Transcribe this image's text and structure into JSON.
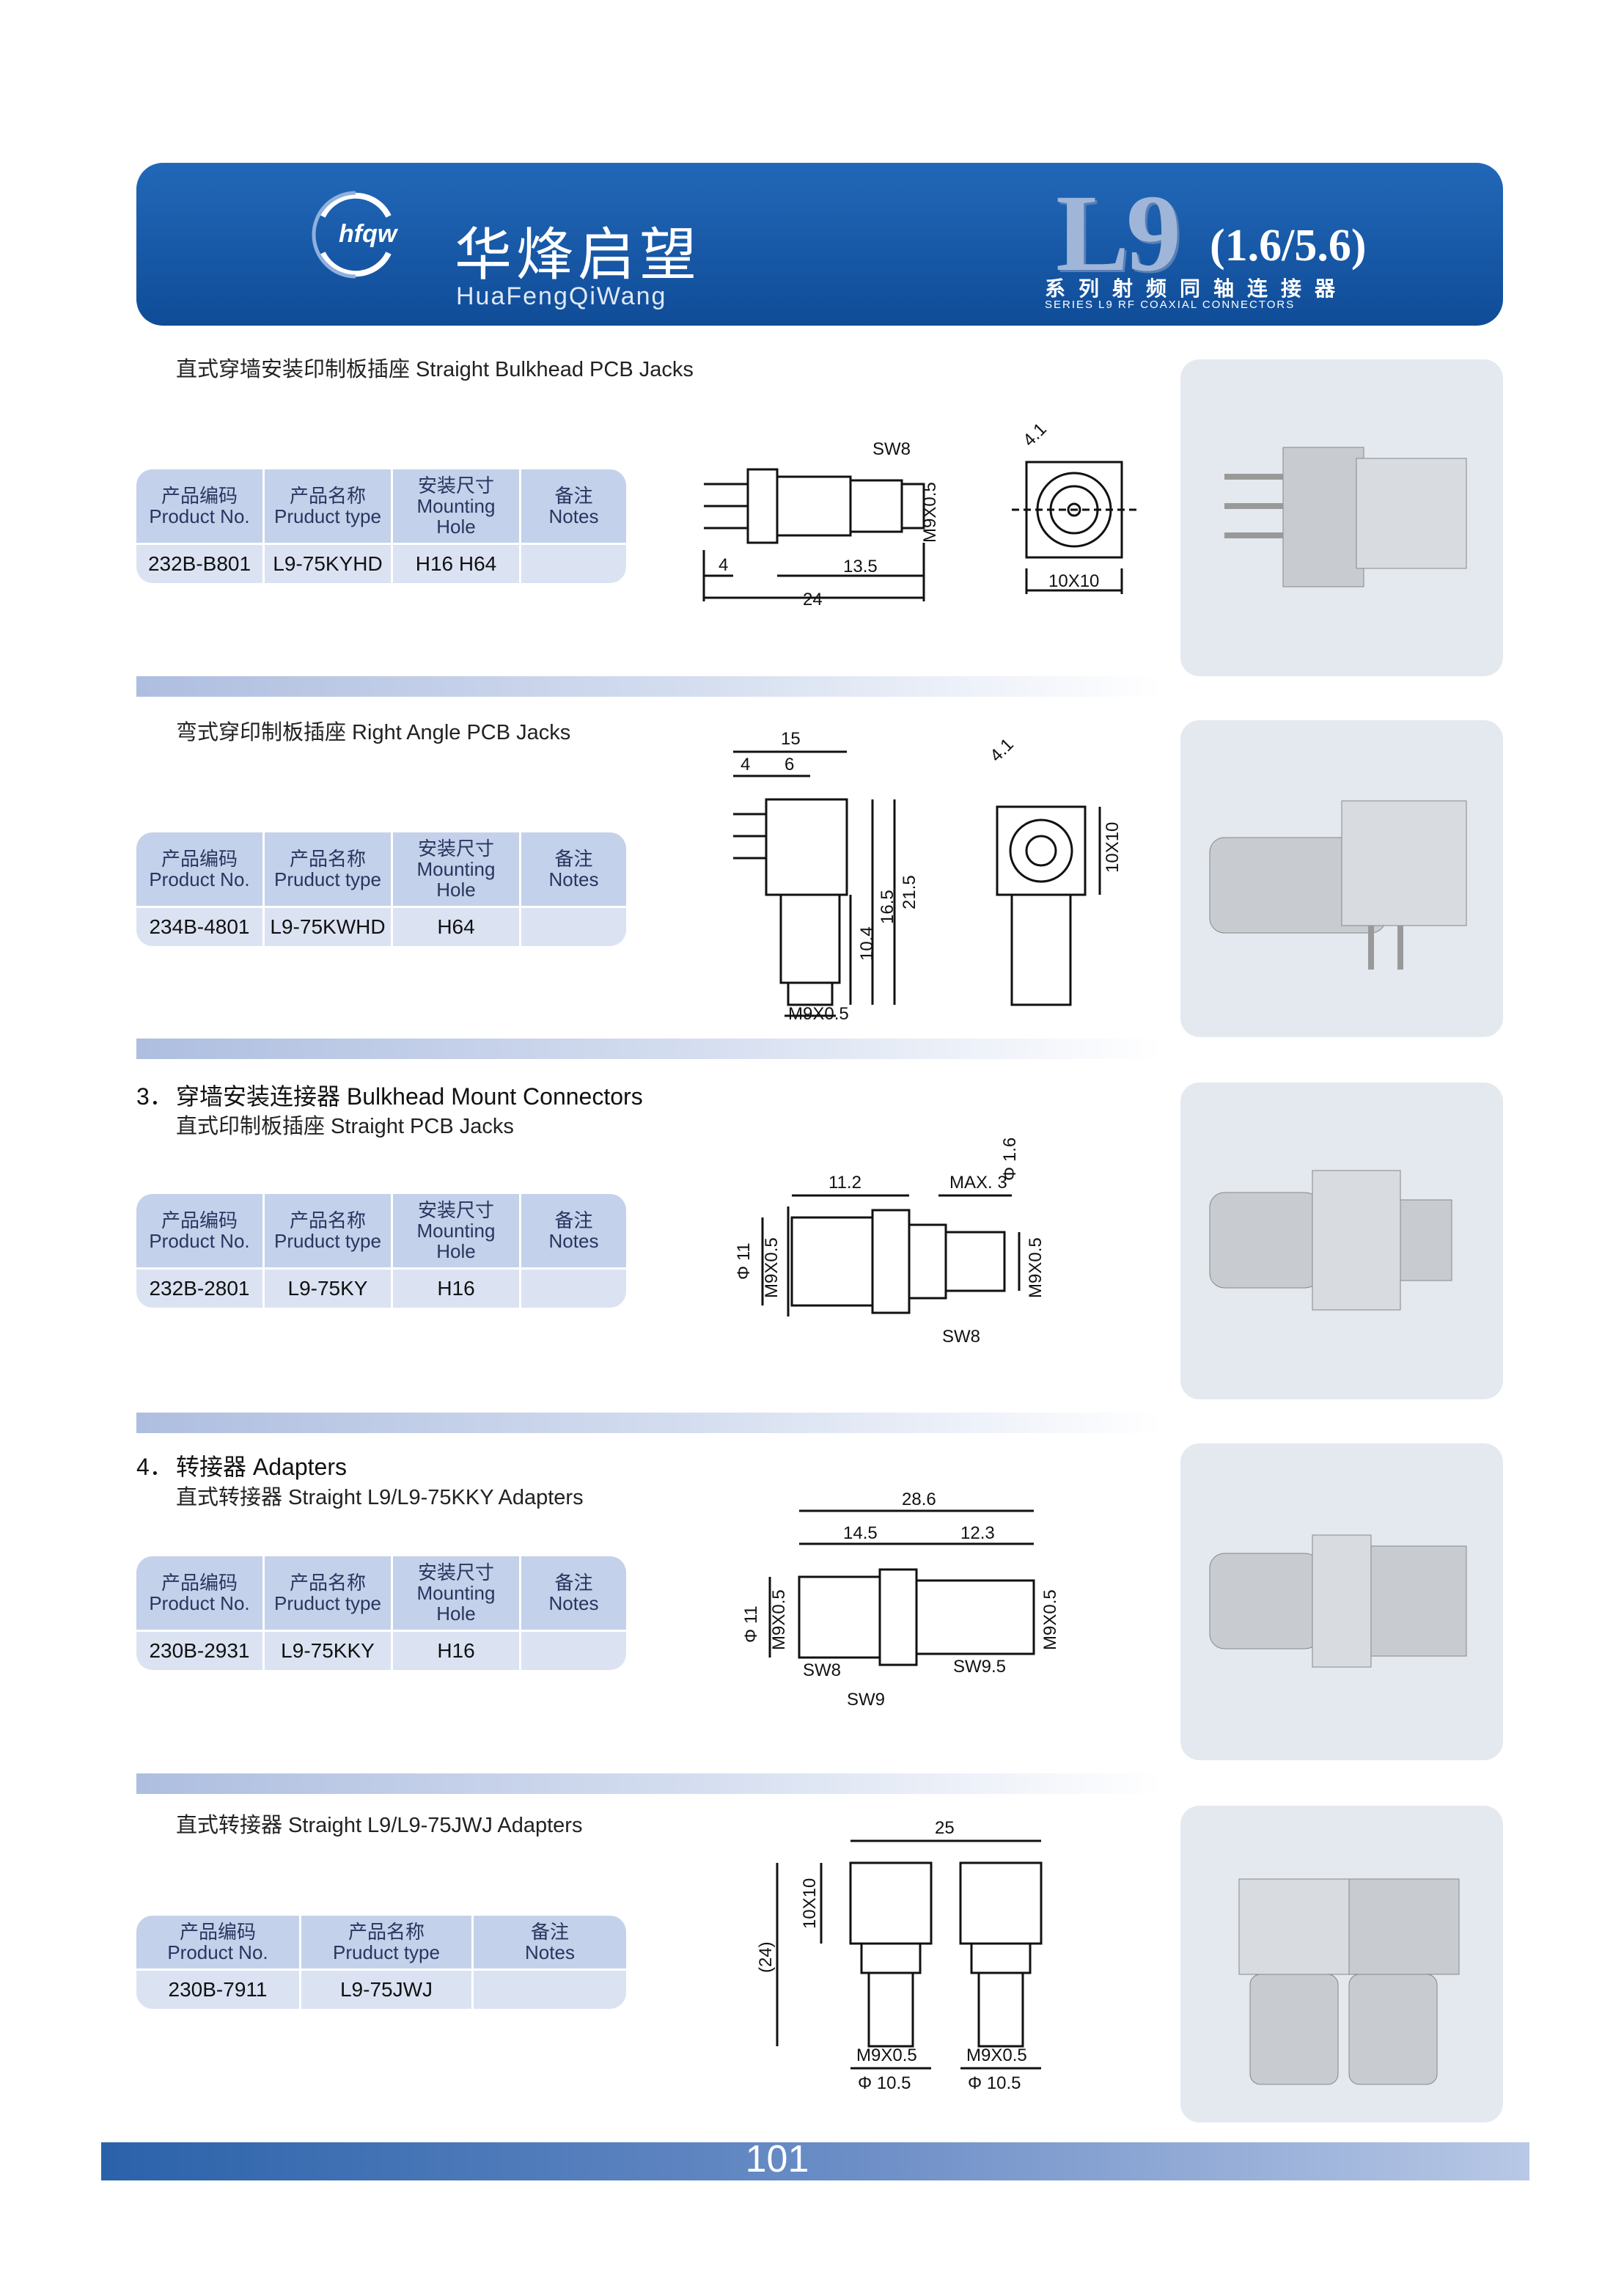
{
  "header": {
    "brand_logo_text": "hfqw",
    "brand_cn": "华烽启望",
    "brand_en": "HuaFengQiWang",
    "series_code": "L9",
    "series_size": "(1.6/5.6)",
    "series_cn": "系列射频同轴连接器",
    "series_en": "SERIES L9 RF COAXIAL CONNECTORS"
  },
  "table_headers": {
    "product_no_cn": "产品编码",
    "product_no_en": "Product No.",
    "product_type_cn": "产品名称",
    "product_type_en": "Pruduct type",
    "mounting_cn": "安装尺寸",
    "mounting_en": "Mounting Hole",
    "notes_cn": "备注",
    "notes_en": "Notes"
  },
  "sections": [
    {
      "title": "直式穿墙安装印制板插座   Straight Bulkhead PCB Jacks",
      "row": {
        "product_no": "232B-B801",
        "product_type": "L9-75KYHD",
        "mounting": "H16  H64",
        "notes": ""
      },
      "dims": {
        "sw": "SW8",
        "thread": "M9X0.5",
        "d1": "4",
        "d2": "13.5",
        "d3": "24",
        "diag": "4.1",
        "square": "10X10"
      }
    },
    {
      "title": "弯式穿印制板插座   Right Angle PCB Jacks",
      "row": {
        "product_no": "234B-4801",
        "product_type": "L9-75KWHD",
        "mounting": "H64",
        "notes": ""
      },
      "dims": {
        "w": "15",
        "a": "4",
        "b": "6",
        "h1": "10.4",
        "h2": "16.5",
        "h3": "21.5",
        "thread": "M9X0.5",
        "diag": "4.1",
        "square": "10X10"
      }
    },
    {
      "heading_num": "3．",
      "heading": "穿墙安装连接器     Bulkhead Mount Connectors",
      "title": "直式印制板插座   Straight PCB Jacks",
      "row": {
        "product_no": "232B-2801",
        "product_type": "L9-75KY",
        "mounting": "H16",
        "notes": ""
      },
      "dims": {
        "len": "11.2",
        "max": "MAX. 3",
        "pin": "Φ 1.6",
        "dia": "Φ 11",
        "thread_l": "M9X0.5",
        "thread_r": "M9X0.5",
        "sw": "SW8"
      }
    },
    {
      "heading_num": "4．",
      "heading": "转接器      Adapters",
      "title": "直式转接器   Straight L9/L9-75KKY Adapters",
      "row": {
        "product_no": "230B-2931",
        "product_type": "L9-75KKY",
        "mounting": "H16",
        "notes": ""
      },
      "dims": {
        "total": "28.6",
        "left": "14.5",
        "right": "12.3",
        "dia": "Φ 11",
        "thread_l": "M9X0.5",
        "thread_r": "M9X0.5",
        "sw1": "SW8",
        "sw2": "SW9",
        "sw3": "SW9.5"
      }
    },
    {
      "title": "直式转接器   Straight L9/L9-75JWJ Adapters",
      "row": {
        "product_no": "230B-7911",
        "product_type": "L9-75JWJ",
        "notes": ""
      },
      "dims": {
        "w": "25",
        "square": "10X10",
        "h": "(24)",
        "thread1": "M9X0.5",
        "dia1": "Φ 10.5",
        "thread2": "M9X0.5",
        "dia2": "Φ 10.5"
      }
    }
  ],
  "footer": {
    "page_number": "101"
  }
}
